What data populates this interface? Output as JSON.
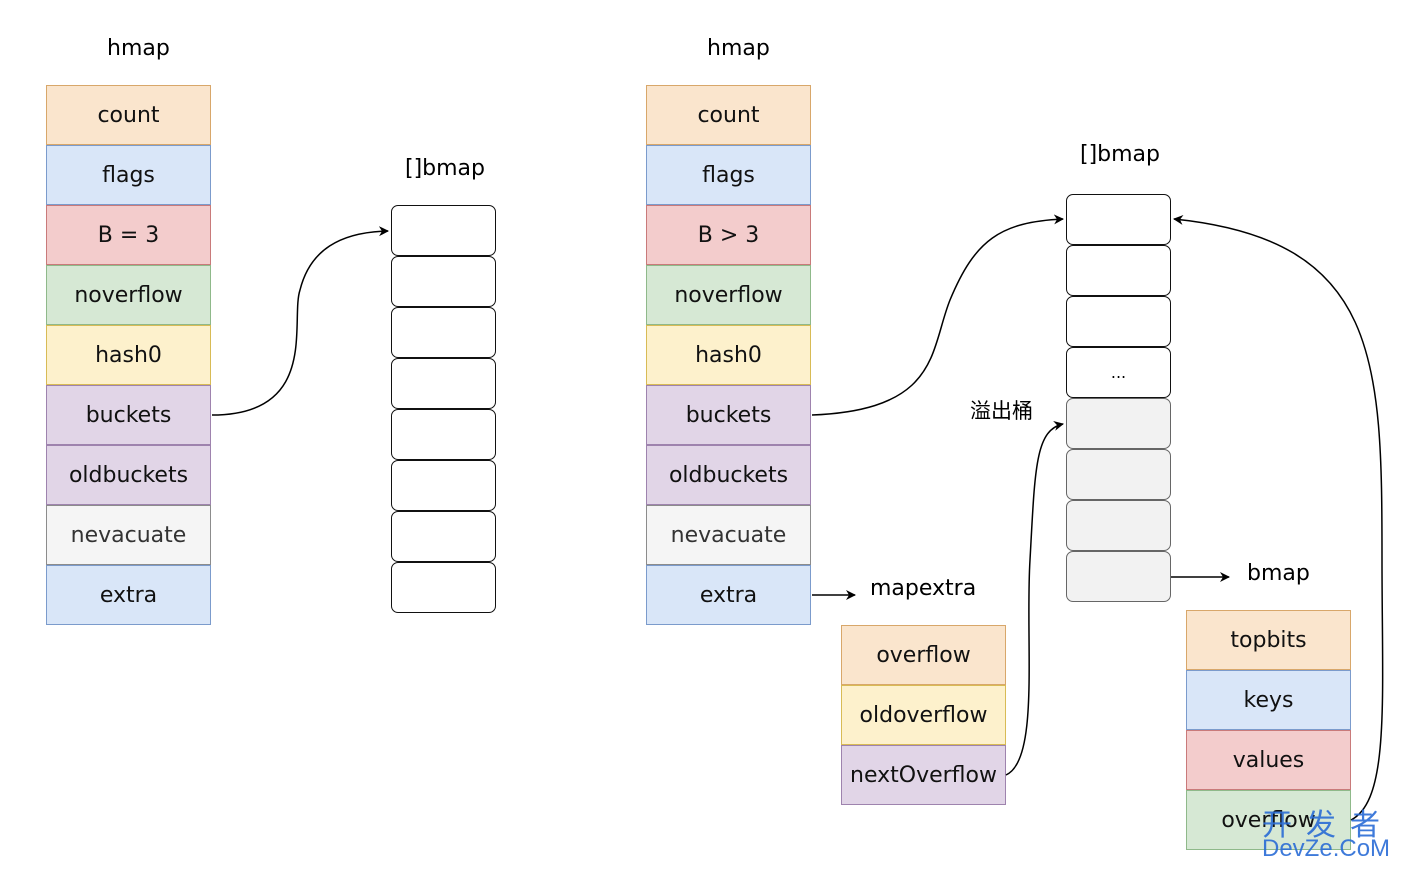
{
  "left": {
    "hmap_title": "hmap",
    "fields": [
      "count",
      "flags",
      "B = 3",
      "noverflow",
      "hash0",
      "buckets",
      "oldbuckets",
      "nevacuate",
      "extra"
    ],
    "array_title": "[]bmap"
  },
  "right": {
    "hmap_title": "hmap",
    "fields": [
      "count",
      "flags",
      "B > 3",
      "noverflow",
      "hash0",
      "buckets",
      "oldbuckets",
      "nevacuate",
      "extra"
    ],
    "array_title": "[]bmap",
    "ellipsis_cell": "...",
    "overflow_label": "溢出桶",
    "mapextra_title": "mapextra",
    "mapextra_fields": [
      "overflow",
      "oldoverflow",
      "nextOverflow"
    ],
    "bmap_title": "bmap",
    "bmap_fields": [
      "topbits",
      "keys",
      "values",
      "overflow"
    ]
  },
  "watermark": {
    "line1": "开发者",
    "line2": "DevZe.CoM"
  },
  "colors": {
    "orange": "#fae5cd",
    "blue": "#d9e6f8",
    "red": "#f3cccc",
    "green": "#d6e8d4",
    "yellow": "#fdf1cc",
    "purple": "#e1d5e7",
    "gray": "#f5f5f5",
    "watermark": "#2a6cd6"
  }
}
